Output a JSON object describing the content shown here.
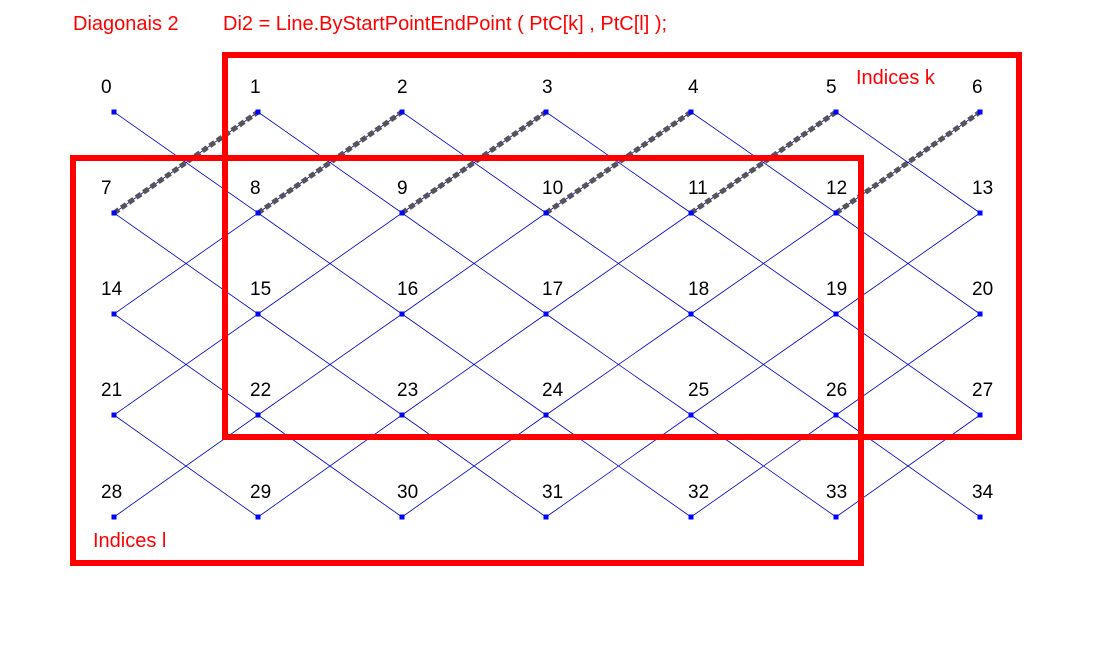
{
  "header": {
    "title": "Diagonais 2",
    "formula": "Di2 = Line.ByStartPointEndPoint ( PtC[k] , PtC[l] );"
  },
  "annotations": {
    "indices_k": "Indices k",
    "indices_l": "Indices l"
  },
  "grid": {
    "columns": 7,
    "rows": 5,
    "point_labels": [
      "0",
      "1",
      "2",
      "3",
      "4",
      "5",
      "6",
      "7",
      "8",
      "9",
      "10",
      "11",
      "12",
      "13",
      "14",
      "15",
      "16",
      "17",
      "18",
      "19",
      "20",
      "21",
      "22",
      "23",
      "24",
      "25",
      "26",
      "27",
      "28",
      "29",
      "30",
      "31",
      "32",
      "33",
      "34"
    ]
  },
  "highlighted_diagonals": [
    {
      "from": 7,
      "to": 1
    },
    {
      "from": 8,
      "to": 2
    },
    {
      "from": 9,
      "to": 3
    },
    {
      "from": 10,
      "to": 4
    },
    {
      "from": 11,
      "to": 5
    },
    {
      "from": 12,
      "to": 6
    }
  ],
  "colors": {
    "annotation": "#ff0000",
    "grid_line": "#0000cc",
    "point": "#0000ff",
    "highlight": "#555555",
    "label": "#000000"
  }
}
